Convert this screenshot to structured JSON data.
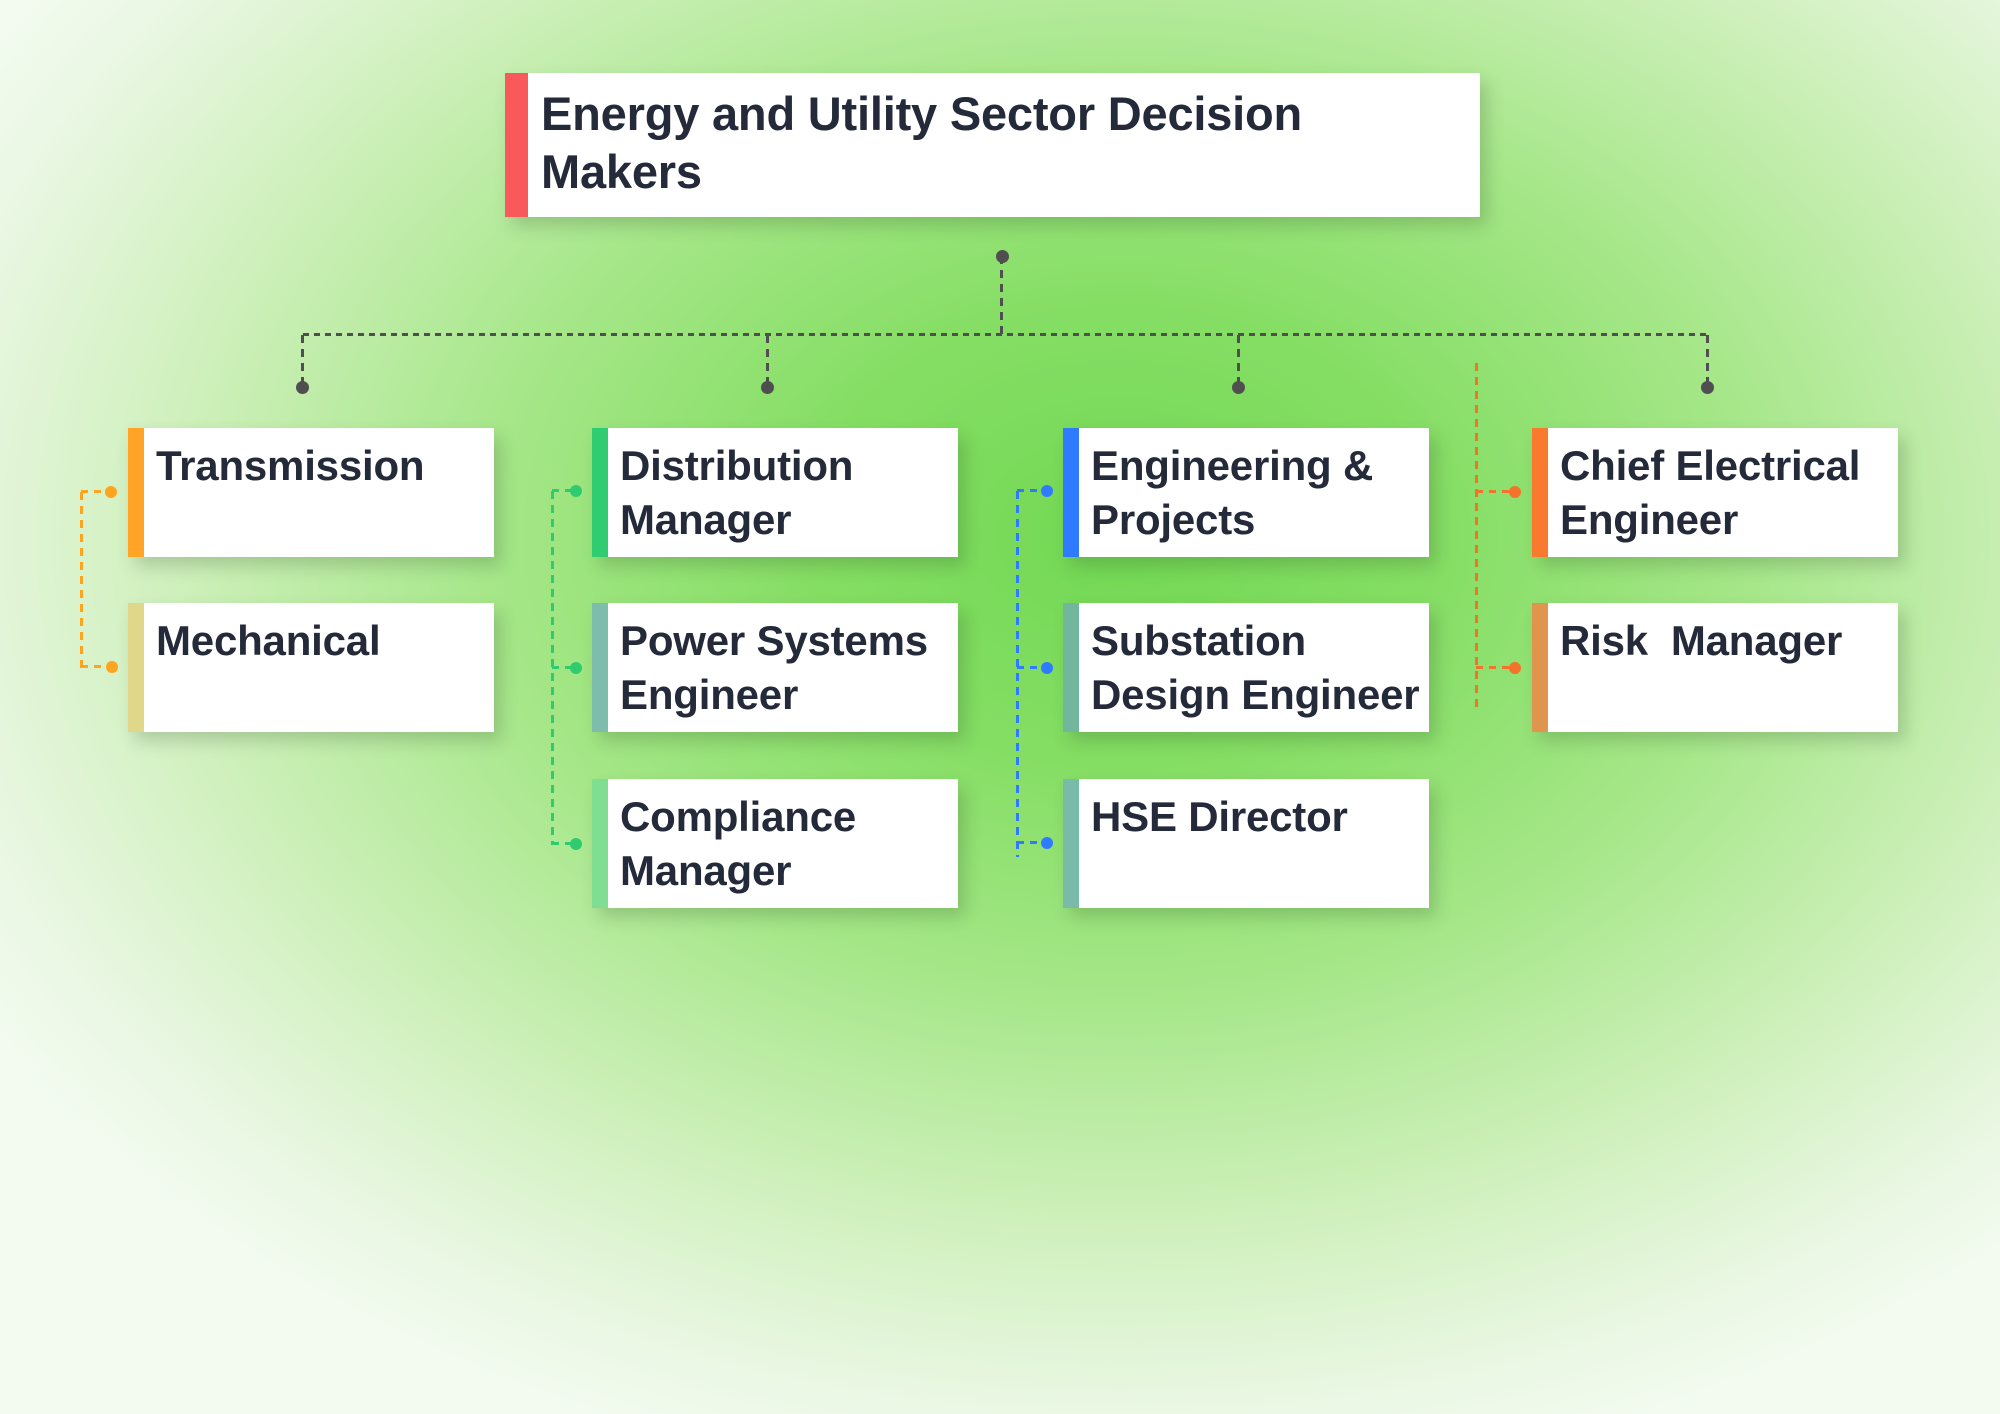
{
  "title": {
    "text": "Energy and Utility Sector Decision\nMakers",
    "accent_color": "#F9595B"
  },
  "background": {
    "center_color": "#72D853",
    "edge_color": "#F3FBF0"
  },
  "connectors": {
    "main_color": "#4F4F4F"
  },
  "columns": [
    {
      "name": "transmission-branch",
      "connector_color": "#FFA41F",
      "cards": [
        {
          "label": "Transmission",
          "accent_color": "#FFA427"
        },
        {
          "label": "Mechanical",
          "accent_color": "#E1D78B"
        }
      ]
    },
    {
      "name": "distribution-branch",
      "connector_color": "#2FCB6E",
      "cards": [
        {
          "label": "Distribution\nManager",
          "accent_color": "#2FCC71"
        },
        {
          "label": "Power Systems\nEngineer",
          "accent_color": "#7EBCAC"
        },
        {
          "label": "Compliance\nManager",
          "accent_color": "#7FDE92"
        }
      ]
    },
    {
      "name": "engineering-branch",
      "connector_color": "#2F7BFF",
      "cards": [
        {
          "label": "Engineering &\nProjects",
          "accent_color": "#2F7BFF"
        },
        {
          "label": "Substation\nDesign Engineer",
          "accent_color": "#72B69D"
        },
        {
          "label": "HSE Director",
          "accent_color": "#79BAA9"
        }
      ]
    },
    {
      "name": "chief-electrical-branch",
      "connector_color": "#F4732A",
      "cards": [
        {
          "label": "Chief Electrical\nEngineer",
          "accent_color": "#F97A2E"
        },
        {
          "label": "Risk  Manager",
          "accent_color": "#E0954E"
        }
      ]
    }
  ]
}
